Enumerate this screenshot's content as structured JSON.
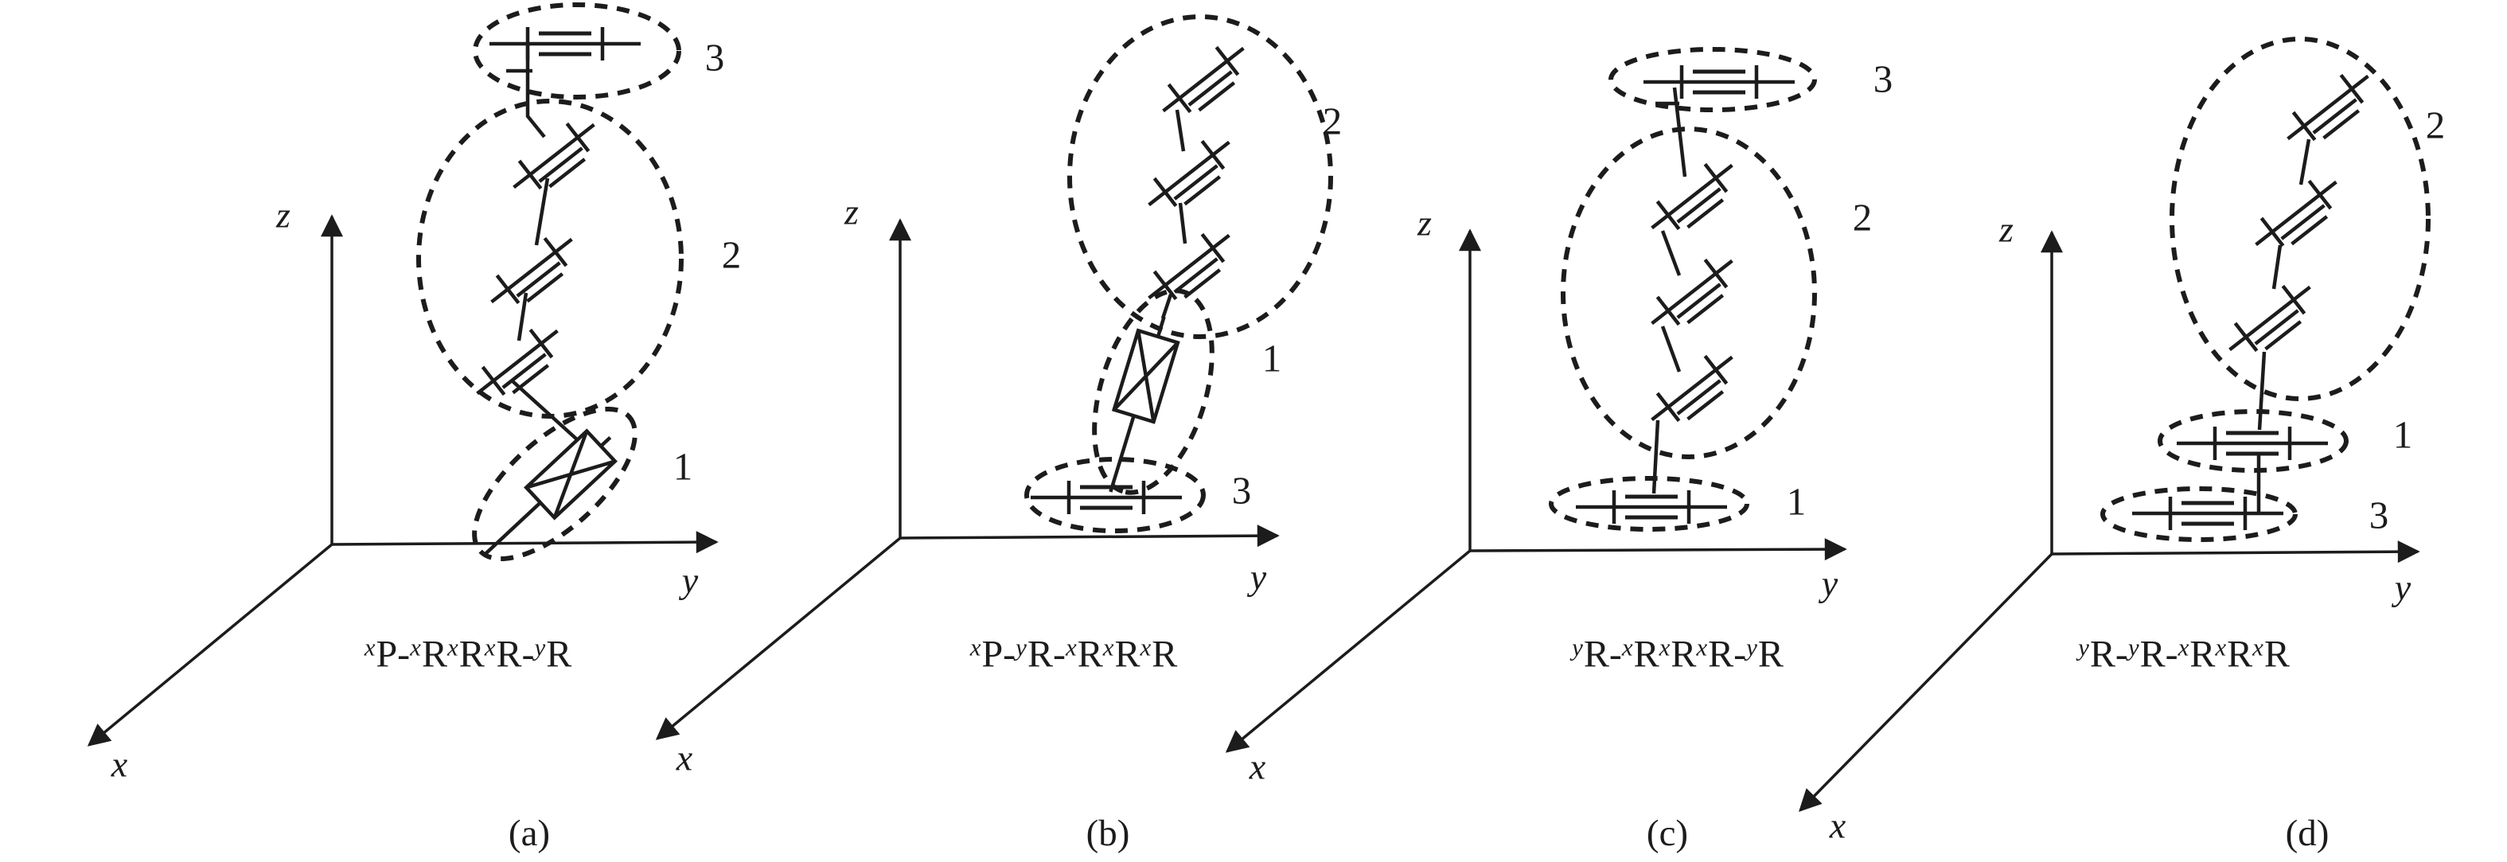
{
  "figure": {
    "background": "#ffffff",
    "ink": "#1c1c1c",
    "description": "Four kinematic-chain schematics with dashed joint-group ellipses",
    "panels": [
      {
        "id": "a",
        "caption": "(a)",
        "axes": {
          "x": "x",
          "y": "y",
          "z": "z"
        },
        "groups": {
          "g1": "1",
          "g2": "2",
          "g3": "3"
        },
        "formula": [
          {
            "sup": "x",
            "base": "P-"
          },
          {
            "sup": "x",
            "base": "R"
          },
          {
            "sup": "x",
            "base": "R"
          },
          {
            "sup": "x",
            "base": "R-"
          },
          {
            "sup": "y",
            "base": "R"
          }
        ]
      },
      {
        "id": "b",
        "caption": "(b)",
        "axes": {
          "x": "x",
          "y": "y",
          "z": "z"
        },
        "groups": {
          "g1": "1",
          "g2": "2",
          "g3": "3"
        },
        "formula": [
          {
            "sup": "x",
            "base": "P-"
          },
          {
            "sup": "y",
            "base": "R-"
          },
          {
            "sup": "x",
            "base": "R"
          },
          {
            "sup": "x",
            "base": "R"
          },
          {
            "sup": "x",
            "base": "R"
          }
        ]
      },
      {
        "id": "c",
        "caption": "(c)",
        "axes": {
          "x": "x",
          "y": "y",
          "z": "z"
        },
        "groups": {
          "g1": "1",
          "g2": "2",
          "g3": "3"
        },
        "formula": [
          {
            "sup": "y",
            "base": "R-"
          },
          {
            "sup": "x",
            "base": "R"
          },
          {
            "sup": "x",
            "base": "R"
          },
          {
            "sup": "x",
            "base": "R-"
          },
          {
            "sup": "y",
            "base": "R"
          }
        ]
      },
      {
        "id": "d",
        "caption": "(d)",
        "axes": {
          "x": "x",
          "y": "y",
          "z": "z"
        },
        "groups": {
          "g1": "1",
          "g2": "2",
          "g3": "3"
        },
        "formula": [
          {
            "sup": "y",
            "base": "R-"
          },
          {
            "sup": "y",
            "base": "R-"
          },
          {
            "sup": "x",
            "base": "R"
          },
          {
            "sup": "x",
            "base": "R"
          },
          {
            "sup": "x",
            "base": "R"
          }
        ]
      }
    ]
  }
}
